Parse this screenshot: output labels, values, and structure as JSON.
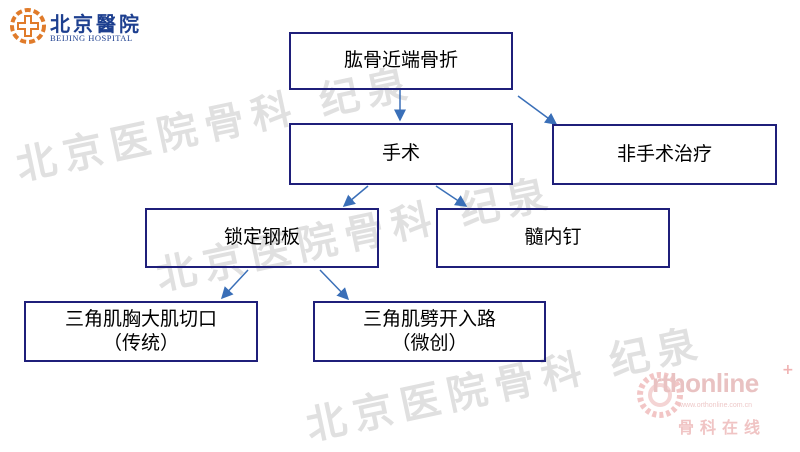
{
  "logo": {
    "name_cn": "北京醫院",
    "name_en": "BEIJING HOSPITAL",
    "color": "#1d3f8f",
    "accent": "#e07b2a"
  },
  "watermarks": {
    "line1": "北京医院骨科 纪泉",
    "line2": "北京医院骨科 纪泉",
    "line3": "北京医院骨科 纪泉"
  },
  "diagram": {
    "border_color": "#1f1f7a",
    "arrow_color": "#3a6fb8",
    "nodes": {
      "root": "肱骨近端骨折",
      "surgery": "手术",
      "non_surgery": "非手术治疗",
      "plate": "锁定钢板",
      "nail": "髓内钉",
      "approach_a_line1": "三角肌胸大肌切口",
      "approach_a_line2": "（传统）",
      "approach_b_line1": "三角肌劈开入路",
      "approach_b_line2": "（微创）"
    }
  },
  "brand": {
    "name": "rthonline",
    "subtitle": "www.orthonline.com.cn",
    "name_cn": "骨科在线"
  }
}
